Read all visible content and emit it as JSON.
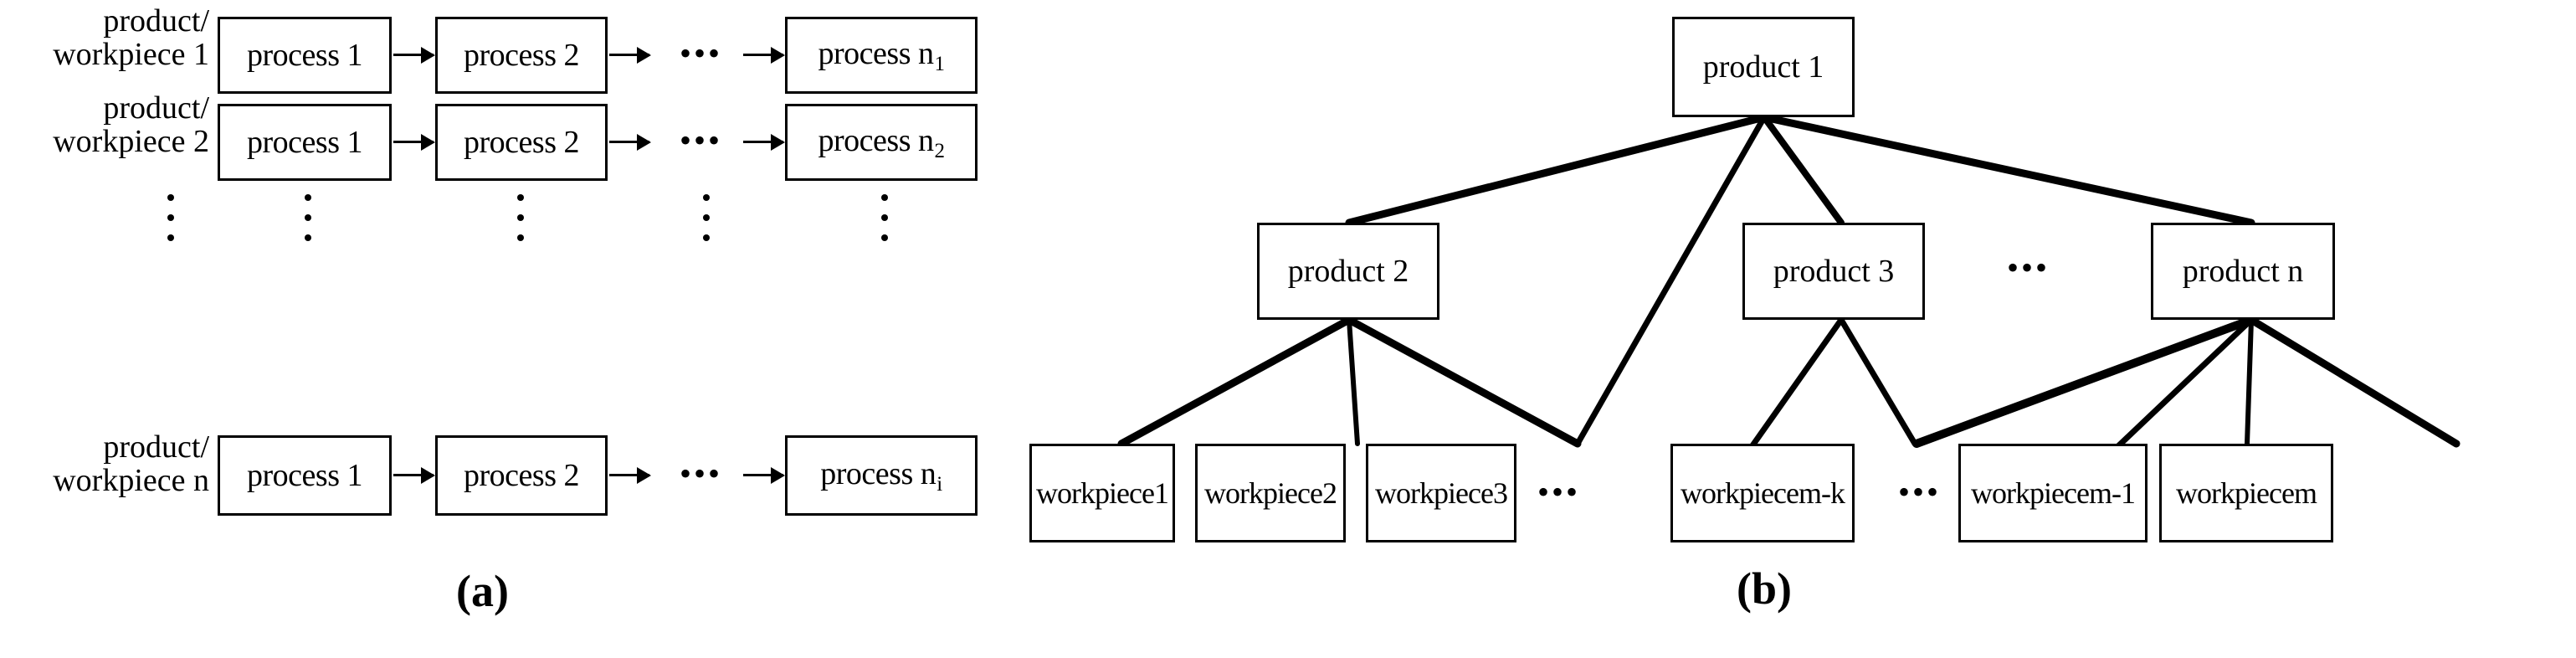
{
  "figure": {
    "panels": [
      {
        "id": "a",
        "caption": "(a)",
        "description": "process route chains per product/workpiece",
        "rows": [
          {
            "label_line1": "product/",
            "label_line2": "workpiece 1",
            "steps": [
              {
                "text": "process 1",
                "sub": ""
              },
              {
                "text": "process 2",
                "sub": ""
              },
              {
                "text": "process n",
                "sub": "1"
              }
            ],
            "ellipsis": "•••"
          },
          {
            "label_line1": "product/",
            "label_line2": "workpiece 2",
            "steps": [
              {
                "text": "process 1",
                "sub": ""
              },
              {
                "text": "process 2",
                "sub": ""
              },
              {
                "text": "process n",
                "sub": "2"
              }
            ],
            "ellipsis": "•••"
          },
          {
            "label_line1": "product/",
            "label_line2": "workpiece n",
            "steps": [
              {
                "text": "process 1",
                "sub": ""
              },
              {
                "text": "process 2",
                "sub": ""
              },
              {
                "text": "process n",
                "sub": "i"
              }
            ],
            "ellipsis": "•••"
          }
        ],
        "vertical_ellipsis_columns": 5
      },
      {
        "id": "b",
        "caption": "(b)",
        "description": "product / workpiece hierarchy tree",
        "nodes": {
          "root": {
            "label": "product 1"
          },
          "level2": [
            {
              "label": "product 2"
            },
            {
              "label": "product 3"
            },
            {
              "label": "product n"
            }
          ],
          "level2_ellipsis": "•••",
          "level3": [
            {
              "label": "workpiece1"
            },
            {
              "label": "workpiece2"
            },
            {
              "label": "workpiece3"
            },
            {
              "label": "workpiecem-k"
            },
            {
              "label": "workpiecem-1"
            },
            {
              "label": "workpiecem"
            }
          ],
          "level3_ellipsis_left": "•••",
          "level3_ellipsis_right": "•••"
        },
        "edges": [
          {
            "from": "product 1",
            "to": "product 2"
          },
          {
            "from": "product 1",
            "to": "product 3"
          },
          {
            "from": "product 1",
            "to": "product n"
          },
          {
            "from": "product 1",
            "to": "workpiece3"
          },
          {
            "from": "product 2",
            "to": "workpiece1"
          },
          {
            "from": "product 2",
            "to": "workpiece2"
          },
          {
            "from": "product 2",
            "to": "workpiece3"
          },
          {
            "from": "product 3",
            "to": "workpiecem-k"
          },
          {
            "from": "product 3",
            "to": "ellipsis-left"
          },
          {
            "from": "product n",
            "to": "workpiecem-k"
          },
          {
            "from": "product n",
            "to": "workpiecem-1"
          },
          {
            "from": "product n",
            "to": "ellipsis-right"
          },
          {
            "from": "product n",
            "to": "workpiecem"
          }
        ]
      }
    ]
  },
  "colors": {
    "stroke": "#000000",
    "background": "#ffffff"
  }
}
